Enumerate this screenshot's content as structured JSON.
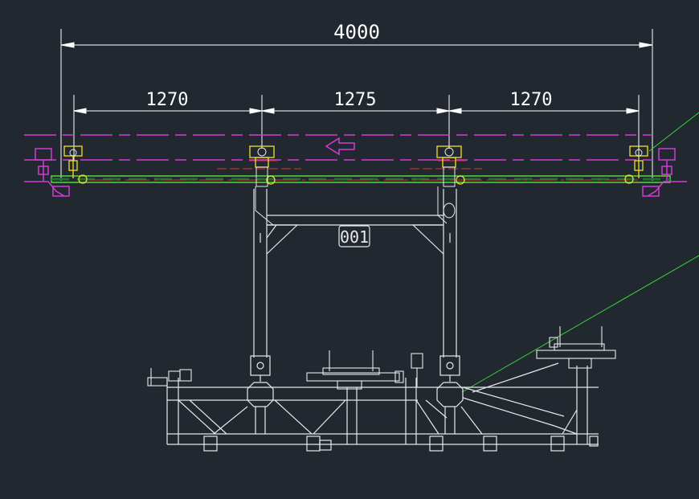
{
  "drawing": {
    "overall_dimension": "4000",
    "spans": [
      "1270",
      "1275",
      "1270"
    ],
    "tag_label": "001"
  },
  "colors": {
    "background": "#212830",
    "structure": "#e8e8e8",
    "dimension": "#ffffff",
    "rail": "#d23ad6",
    "conveyor": "#59d43a",
    "center_line": "#e03030",
    "trolley": "#f0e22a",
    "guide_line": "#3ad13a"
  },
  "icons": {
    "direction": "left-arrow-icon"
  }
}
